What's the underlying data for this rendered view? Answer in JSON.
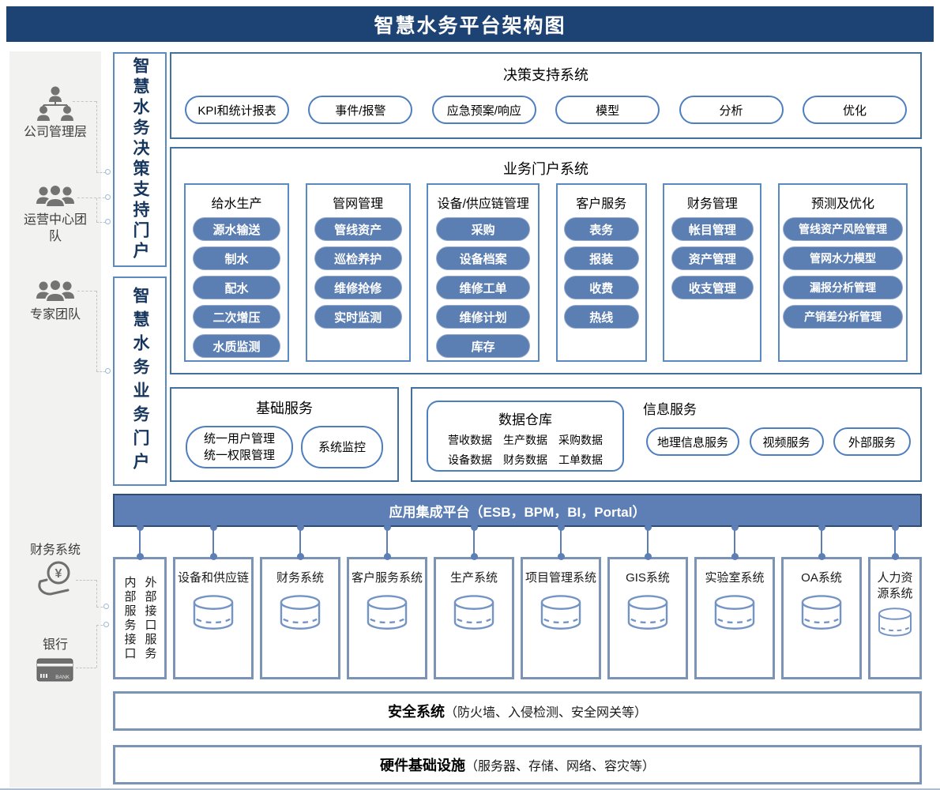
{
  "header": {
    "title": "智慧水务平台架构图"
  },
  "colors": {
    "header_bg": "#1d4274",
    "pill_fill": "#5b7eb3",
    "pill_border": "#4d7ebf",
    "outer_border": "#41719c",
    "bar_fill": "#5d7fb5",
    "muted_border": "#7b93b5",
    "navy_text": "#17365d",
    "icon_gray": "#6f6f6f",
    "cylinder_stroke": "#7494c4"
  },
  "sidebar": {
    "actors": [
      {
        "label": "公司管理层",
        "icon": "org-chart-icon"
      },
      {
        "label": "运营中心团队",
        "icon": "team-icon"
      },
      {
        "label": "专家团队",
        "icon": "team-icon"
      }
    ],
    "finance_label": "财务系统",
    "yuan_symbol": "¥",
    "bank_label": "银行",
    "bank_card_text": "BANK"
  },
  "portals": {
    "decision": "智慧水务决策支持门户",
    "business": "智慧水务业务门户"
  },
  "decision_support": {
    "title": "决策支持系统",
    "items": [
      "KPI和统计报表",
      "事件/报警",
      "应急预案/响应",
      "模型",
      "分析",
      "优化"
    ]
  },
  "business_portal": {
    "title": "业务门户系统",
    "columns": [
      {
        "title": "给水生产",
        "items": [
          "源水输送",
          "制水",
          "配水",
          "二次增压",
          "水质监测"
        ]
      },
      {
        "title": "管网管理",
        "items": [
          "管线资产",
          "巡检养护",
          "维修抢修",
          "实时监测"
        ]
      },
      {
        "title": "设备/供应链管理",
        "items": [
          "采购",
          "设备档案",
          "维修工单",
          "维修计划",
          "库存"
        ]
      },
      {
        "title": "客户服务",
        "items": [
          "表务",
          "报装",
          "收费",
          "热线"
        ]
      },
      {
        "title": "财务管理",
        "items": [
          "帐目管理",
          "资产管理",
          "收支管理"
        ]
      },
      {
        "title": "预测及优化",
        "items": [
          "管线资产风险管理",
          "管网水力模型",
          "漏报分析管理",
          "产销差分析管理"
        ]
      }
    ]
  },
  "foundation": {
    "title": "基础服务",
    "items": [
      {
        "lines": [
          "统一用户管理",
          "统一权限管理"
        ]
      },
      {
        "lines": [
          "系统监控"
        ]
      }
    ]
  },
  "data_warehouse": {
    "title": "数据仓库",
    "row1": "营收数据　生产数据　采购数据",
    "row2": "设备数据　财务数据　工单数据"
  },
  "info_services": {
    "title": "信息服务",
    "items": [
      "地理信息服务",
      "视频服务",
      "外部服务"
    ]
  },
  "integration_bar": {
    "label": "应用集成平台（ESB，BPM，BI，Portal）"
  },
  "interface_box": {
    "col_left": "内部服务接口",
    "col_right": "外部接口服务"
  },
  "systems": [
    "设备和供应链",
    "财务系统",
    "客户服务系统",
    "生产系统",
    "项目管理系统",
    "GIS系统",
    "实验室系统",
    "OA系统",
    "人力资源系统"
  ],
  "security_bar": {
    "bold": "安全系统",
    "rest": "（防火墙、入侵检测、安全网关等）"
  },
  "hardware_bar": {
    "bold": "硬件基础设施",
    "rest": "（服务器、存储、网络、容灾等）"
  }
}
